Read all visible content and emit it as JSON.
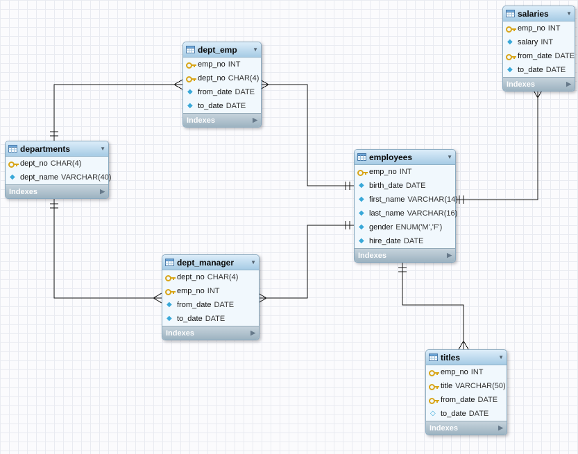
{
  "diagram": {
    "icons": {
      "collapse": "▼",
      "expand": "▶"
    },
    "colors": {
      "header_top": "#dcedf9",
      "header_bottom": "#a6cbe5",
      "footer_top": "#c6d3dc",
      "footer_bottom": "#9db3c1",
      "body": "#f1f8fd",
      "border": "#89a9bf",
      "key": "#d8a518",
      "diamond": "#38a8d8",
      "line": "#141414"
    },
    "tables": [
      {
        "name": "salaries",
        "footer": "Indexes",
        "columns": [
          {
            "name": "emp_no",
            "type": "INT",
            "icon": "key"
          },
          {
            "name": "salary",
            "type": "INT",
            "icon": "diamond"
          },
          {
            "name": "from_date",
            "type": "DATE",
            "icon": "key"
          },
          {
            "name": "to_date",
            "type": "DATE",
            "icon": "diamond"
          }
        ]
      },
      {
        "name": "dept_emp",
        "footer": "Indexes",
        "columns": [
          {
            "name": "emp_no",
            "type": "INT",
            "icon": "key"
          },
          {
            "name": "dept_no",
            "type": "CHAR(4)",
            "icon": "key"
          },
          {
            "name": "from_date",
            "type": "DATE",
            "icon": "diamond"
          },
          {
            "name": "to_date",
            "type": "DATE",
            "icon": "diamond"
          }
        ]
      },
      {
        "name": "departments",
        "footer": "Indexes",
        "columns": [
          {
            "name": "dept_no",
            "type": "CHAR(4)",
            "icon": "key"
          },
          {
            "name": "dept_name",
            "type": "VARCHAR(40)",
            "icon": "diamond"
          }
        ]
      },
      {
        "name": "employees",
        "footer": "Indexes",
        "columns": [
          {
            "name": "emp_no",
            "type": "INT",
            "icon": "key"
          },
          {
            "name": "birth_date",
            "type": "DATE",
            "icon": "diamond"
          },
          {
            "name": "first_name",
            "type": "VARCHAR(14)",
            "icon": "diamond"
          },
          {
            "name": "last_name",
            "type": "VARCHAR(16)",
            "icon": "diamond"
          },
          {
            "name": "gender",
            "type": "ENUM('M','F')",
            "icon": "diamond"
          },
          {
            "name": "hire_date",
            "type": "DATE",
            "icon": "diamond"
          }
        ]
      },
      {
        "name": "dept_manager",
        "footer": "Indexes",
        "columns": [
          {
            "name": "dept_no",
            "type": "CHAR(4)",
            "icon": "key"
          },
          {
            "name": "emp_no",
            "type": "INT",
            "icon": "key"
          },
          {
            "name": "from_date",
            "type": "DATE",
            "icon": "diamond"
          },
          {
            "name": "to_date",
            "type": "DATE",
            "icon": "diamond"
          }
        ]
      },
      {
        "name": "titles",
        "footer": "Indexes",
        "columns": [
          {
            "name": "emp_no",
            "type": "INT",
            "icon": "key"
          },
          {
            "name": "title",
            "type": "VARCHAR(50)",
            "icon": "key"
          },
          {
            "name": "from_date",
            "type": "DATE",
            "icon": "key"
          },
          {
            "name": "to_date",
            "type": "DATE",
            "icon": "diamond-open"
          }
        ]
      }
    ]
  }
}
